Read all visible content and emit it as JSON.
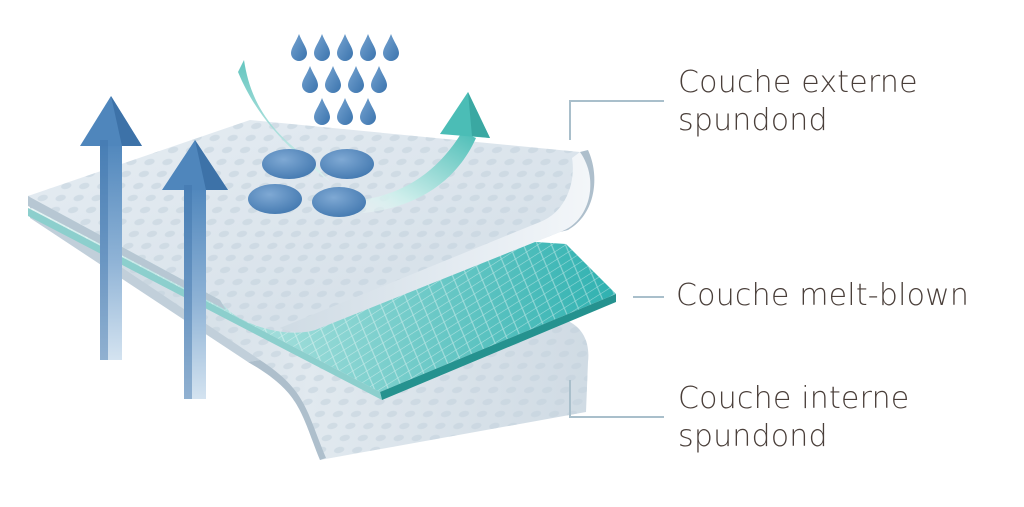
{
  "labels": {
    "outer": {
      "line1": "Couche externe",
      "line2": "spundond"
    },
    "melt": {
      "line1": "Couche melt-blown"
    },
    "inner": {
      "line1": "Couche interne",
      "line2": "spundond"
    }
  },
  "colors": {
    "label_text": "#4a3f3a",
    "leader": "#a9bfcb",
    "spunbond_light": "#e3ebf1",
    "spunbond_mid": "#c9d6df",
    "meltblown_dark": "#33b5b4",
    "meltblown_light": "#cfeeed",
    "arrow_blue_dark": "#4f86bc",
    "arrow_blue_light": "#cfe0ef",
    "drop_blue": "#3f7ab5",
    "airflow_teal": "#4bbdb6"
  },
  "icons": [
    "upward-vapor-arrow-icon",
    "water-droplet-icon",
    "airflow-curved-arrow-icon",
    "droplet-blob-icon"
  ]
}
